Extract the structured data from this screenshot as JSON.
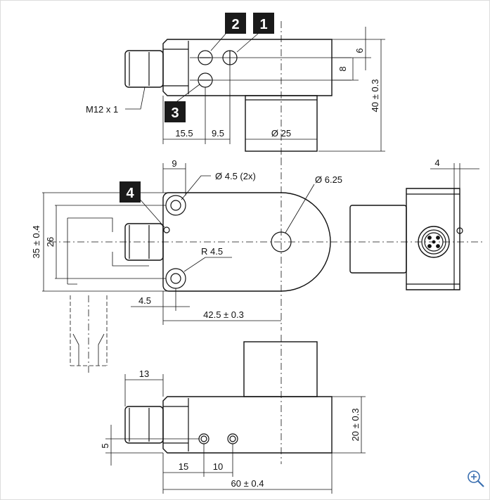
{
  "badges": {
    "b1": "1",
    "b2": "2",
    "b3": "3",
    "b4": "4"
  },
  "top_view": {
    "thread": "M12 x 1",
    "d_6": "6",
    "d_8": "8",
    "d_40": "40 ± 0.3",
    "d_15_5": "15.5",
    "d_9_5": "9.5",
    "d_dia25": "Ø 25"
  },
  "front_view": {
    "d_9": "9",
    "d_hole": "Ø 4.5 (2x)",
    "d_625": "Ø 6.25",
    "d_35": "35 ± 0.4",
    "d_26": "26",
    "d_r45": "R 4.5",
    "d_45": "4.5",
    "d_425": "42.5 ± 0.3"
  },
  "side_view": {
    "d_4": "4"
  },
  "bottom_view": {
    "d_13": "13",
    "d_5": "5",
    "d_20": "20 ± 0.3",
    "d_15": "15",
    "d_10": "10",
    "d_60": "60 ± 0.4"
  },
  "colors": {
    "line": "#111111",
    "badge": "#1a1a1a",
    "accent": "#3a6fb0"
  },
  "icons": {
    "zoom": "zoom-in-icon"
  }
}
